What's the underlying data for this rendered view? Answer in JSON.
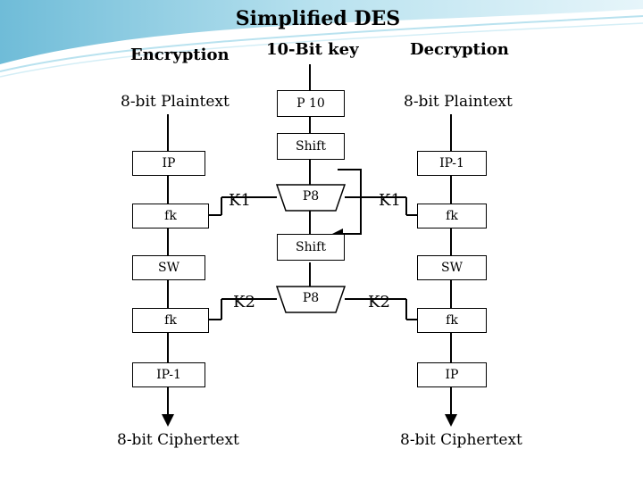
{
  "title": "Simplified DES",
  "headers": {
    "encryption": "Encryption",
    "key": "10-Bit key",
    "decryption": "Decryption"
  },
  "encryption": {
    "input": "8-bit Plaintext",
    "ip": "IP",
    "fk1": "fk",
    "sw": "SW",
    "fk2": "fk",
    "ip_inv": "IP-1",
    "output": "8-bit Ciphertext"
  },
  "key_schedule": {
    "p10": "P 10",
    "shift1": "Shift",
    "p8_1": "P8",
    "shift2": "Shift",
    "p8_2": "P8"
  },
  "decryption": {
    "input": "8-bit Plaintext",
    "ip_inv": "IP-1",
    "fk1": "fk",
    "sw": "SW",
    "fk2": "fk",
    "ip": "IP",
    "output": "8-bit Ciphertext"
  },
  "keys": {
    "k1_left": "K1",
    "k1_right": "K1",
    "k2_left": "K2",
    "k2_right": "K2"
  },
  "colors": {
    "banner": "#9fd3e6",
    "banner_light": "#d4eef6",
    "stroke": "#000000"
  }
}
